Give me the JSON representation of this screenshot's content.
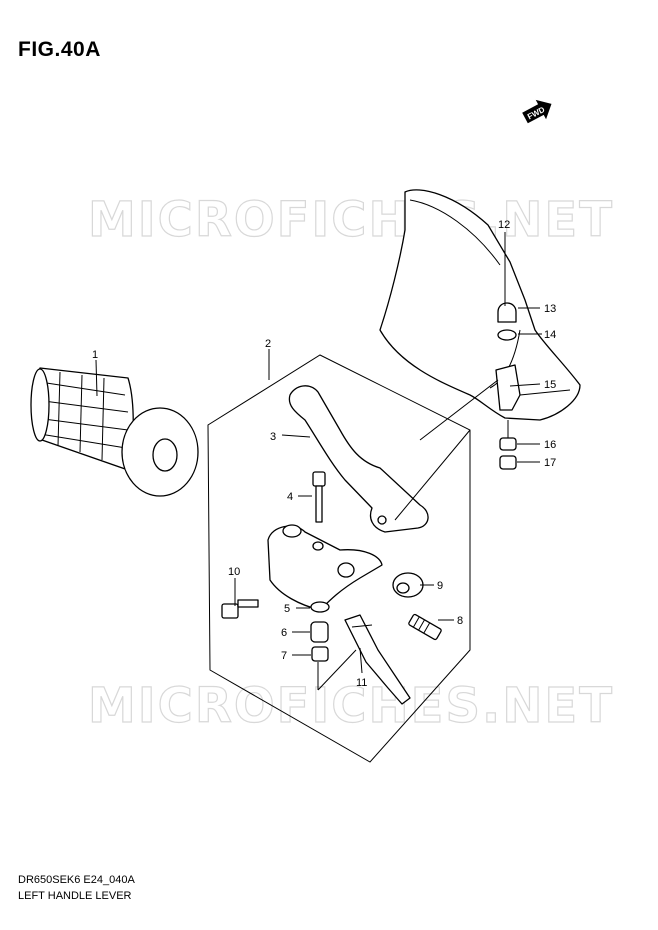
{
  "figure": {
    "title": "FIG.40A",
    "footer_code": "DR650SEK6 E24_040A",
    "footer_name": "LEFT HANDLE LEVER",
    "watermark": "MICROFICHES.NET",
    "fwd_label": "FWD"
  },
  "callouts": [
    "1",
    "2",
    "3",
    "4",
    "5",
    "6",
    "7",
    "8",
    "9",
    "10",
    "11",
    "12",
    "13",
    "14",
    "15",
    "16",
    "17"
  ]
}
